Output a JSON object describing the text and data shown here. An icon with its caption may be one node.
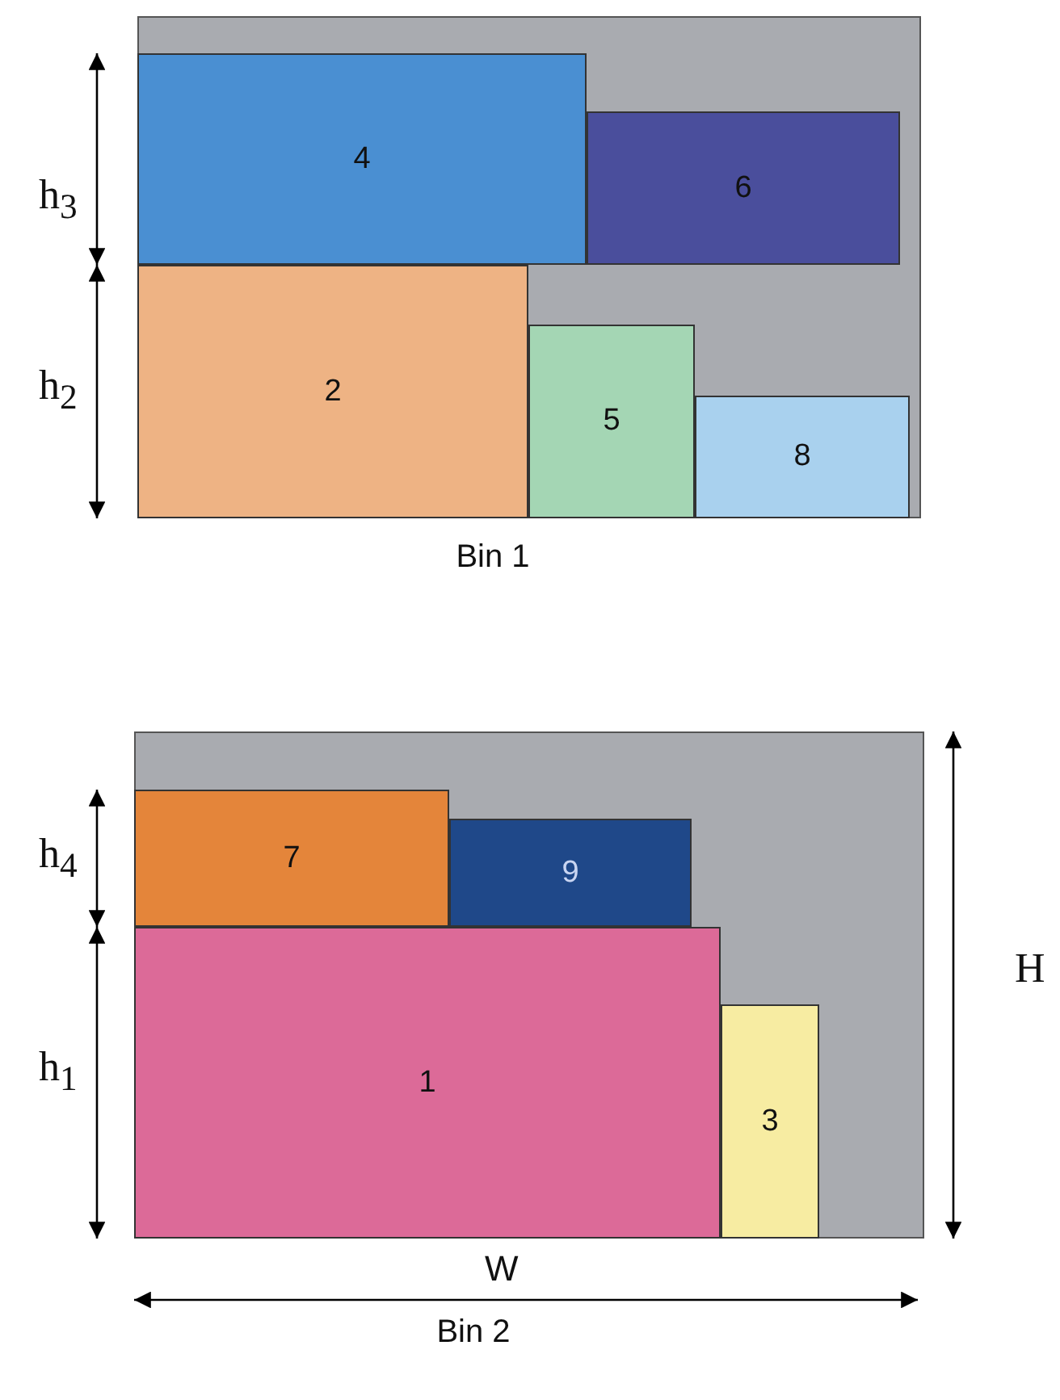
{
  "diagram": {
    "nodes": [
      {
        "text": [
          "Bin 1"
        ]
      },
      {
        "text": [
          "4"
        ],
        "in": 0
      },
      {
        "text": [
          "6"
        ],
        "in": 0
      },
      {
        "text": [
          "2"
        ],
        "in": 0
      },
      {
        "text": [
          "5"
        ],
        "in": 0
      },
      {
        "text": [
          "8"
        ],
        "in": 0
      },
      {
        "text": [
          "Bin 2"
        ]
      },
      {
        "text": [
          "7"
        ],
        "in": 6
      },
      {
        "text": [
          "9"
        ],
        "in": 6
      },
      {
        "text": [
          "1"
        ],
        "in": 6
      },
      {
        "text": [
          "3"
        ],
        "in": 6
      }
    ],
    "edges": [],
    "labels": [
      "h$_{3}$",
      "h$_{2}$",
      "h$_{4}$",
      "H",
      "h$_{1}$",
      "W"
    ]
  }
}
